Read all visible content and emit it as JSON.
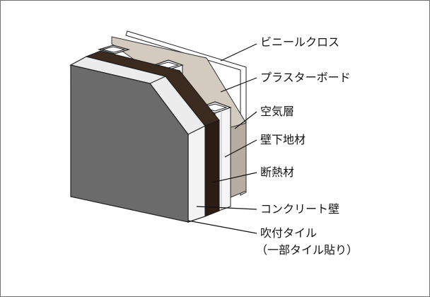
{
  "labels": {
    "vinyl_cloth": "ビニールクロス",
    "plasterboard": "プラスターボード",
    "air_layer": "空気層",
    "wall_base": "壁下地材",
    "insulation": "断熱材",
    "concrete_wall": "コンクリート壁",
    "spray_tile": "吹付タイル",
    "spray_tile_note": "（一部タイル貼り）"
  },
  "colors": {
    "tile_face": "#6b6b6b",
    "tile_top": "#9e9e9e",
    "concrete": "#ededed",
    "insulation": "#3b2a1f",
    "studs": "#f5f5f5",
    "plasterboard": "#cfc6bb",
    "vinyl_cloth": "#ffffff",
    "outline": "#222222"
  }
}
